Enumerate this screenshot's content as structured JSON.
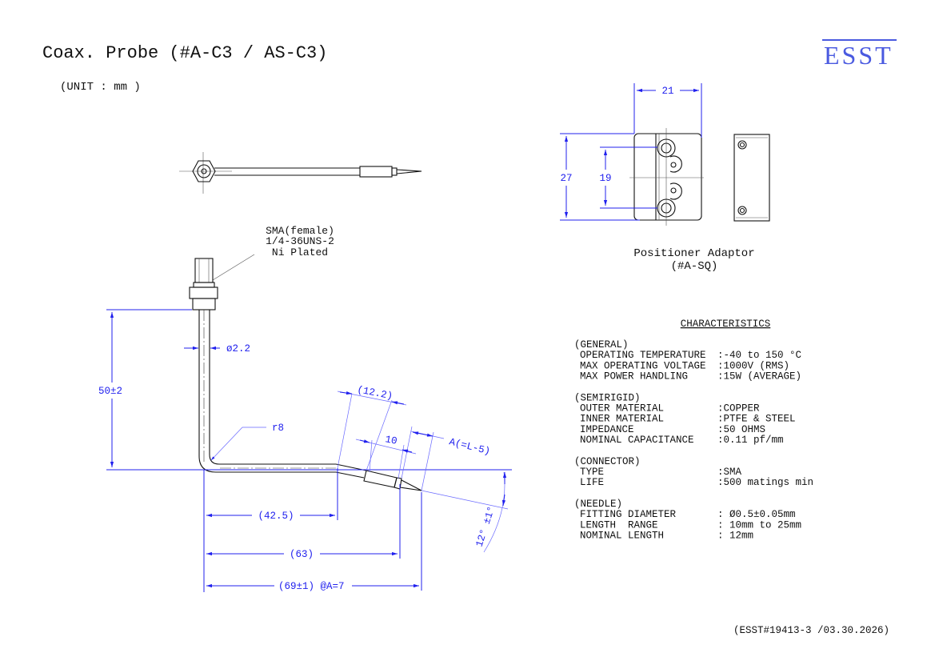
{
  "header": {
    "title": "Coax. Probe (#A-C3 / AS-C3)",
    "unit": "(UNIT : mm )",
    "logo": "ESST"
  },
  "probe": {
    "connector_callout": [
      "SMA(female)",
      "1/4-36UNS-2",
      "Ni Plated"
    ],
    "dims": {
      "height": "50±2",
      "diameter": "ø2.2",
      "radius": "r8",
      "len_bend": "(42.5)",
      "len_sleeve_end": "(63)",
      "len_total": "(69±1) @A=7",
      "sleeve": "(12.2)",
      "fit": "10",
      "needle": "A(=L-5)",
      "angle": "12° ±1°"
    }
  },
  "adaptor": {
    "width": "21",
    "height": "27",
    "hole_pitch": "19",
    "title": "Positioner Adaptor",
    "part": "(#A-SQ)"
  },
  "characteristics": {
    "title": "CHARACTERISTICS",
    "sections": [
      {
        "heading": "(GENERAL)",
        "rows": [
          {
            "label": "OPERATING TEMPERATURE",
            "value": ":-40 to 150 °C"
          },
          {
            "label": "MAX OPERATING VOLTAGE",
            "value": ":1000V (RMS)"
          },
          {
            "label": "MAX POWER HANDLING",
            "value": ":15W (AVERAGE)"
          }
        ]
      },
      {
        "heading": "(SEMIRIGID)",
        "rows": [
          {
            "label": "OUTER MATERIAL",
            "value": ":COPPER"
          },
          {
            "label": "INNER MATERIAL",
            "value": ":PTFE & STEEL"
          },
          {
            "label": "IMPEDANCE",
            "value": ":50 OHMS"
          },
          {
            "label": "NOMINAL CAPACITANCE",
            "value": ":0.11 pf/mm"
          }
        ]
      },
      {
        "heading": "(CONNECTOR)",
        "rows": [
          {
            "label": "TYPE",
            "value": ":SMA"
          },
          {
            "label": "LIFE",
            "value": ":500 matings min"
          }
        ]
      },
      {
        "heading": "(NEEDLE)",
        "rows": [
          {
            "label": "FITTING DIAMETER",
            "value": ": Ø0.5±0.05mm"
          },
          {
            "label": "LENGTH  RANGE",
            "value": ": 10mm to 25mm"
          },
          {
            "label": "NOMINAL LENGTH",
            "value": ": 12mm"
          }
        ]
      }
    ]
  },
  "footer": {
    "doc_id": "(ESST#19413-3 /03.30.2026)"
  },
  "colors": {
    "dimension": "#2020ee",
    "logo": "#4a5ae0",
    "line": "#111111"
  }
}
